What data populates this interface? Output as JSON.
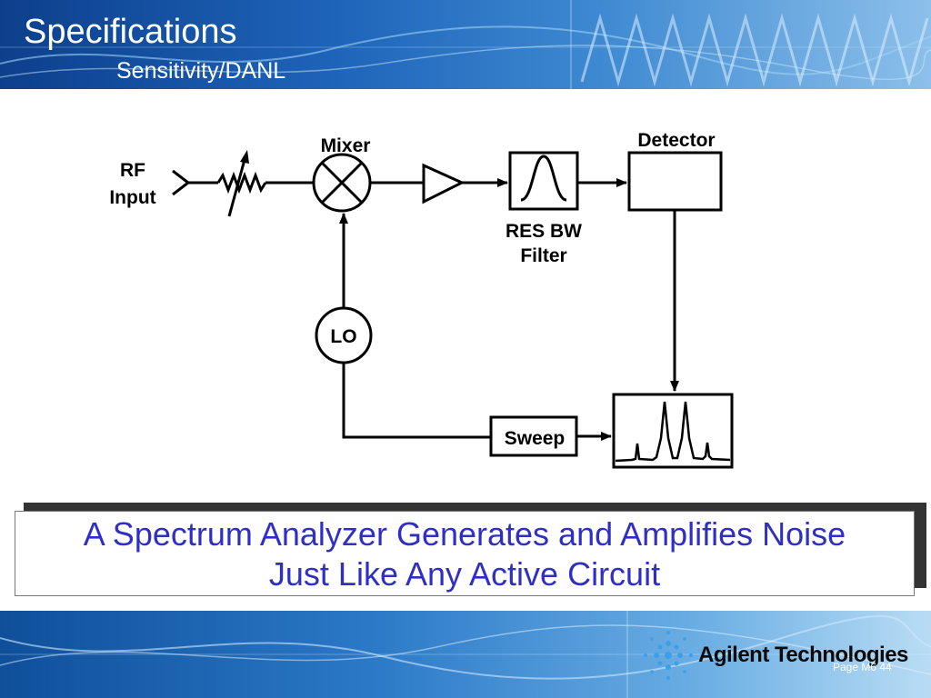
{
  "header": {
    "title": "Specifications",
    "subtitle": "Sensitivity/DANL"
  },
  "diagram": {
    "rf_input_line1": "RF",
    "rf_input_line2": "Input",
    "mixer": "Mixer",
    "detector": "Detector",
    "res_bw_line1": "RES BW",
    "res_bw_line2": "Filter",
    "lo": "LO",
    "sweep": "Sweep"
  },
  "callout": {
    "line1": "A Spectrum Analyzer Generates and Amplifies Noise",
    "line2": "Just Like Any Active Circuit"
  },
  "footer": {
    "logo": "Agilent Technologies",
    "page": "Page M6  44"
  },
  "colors": {
    "header_blue": "#1d63b8",
    "callout_text": "#2f2fc2"
  }
}
